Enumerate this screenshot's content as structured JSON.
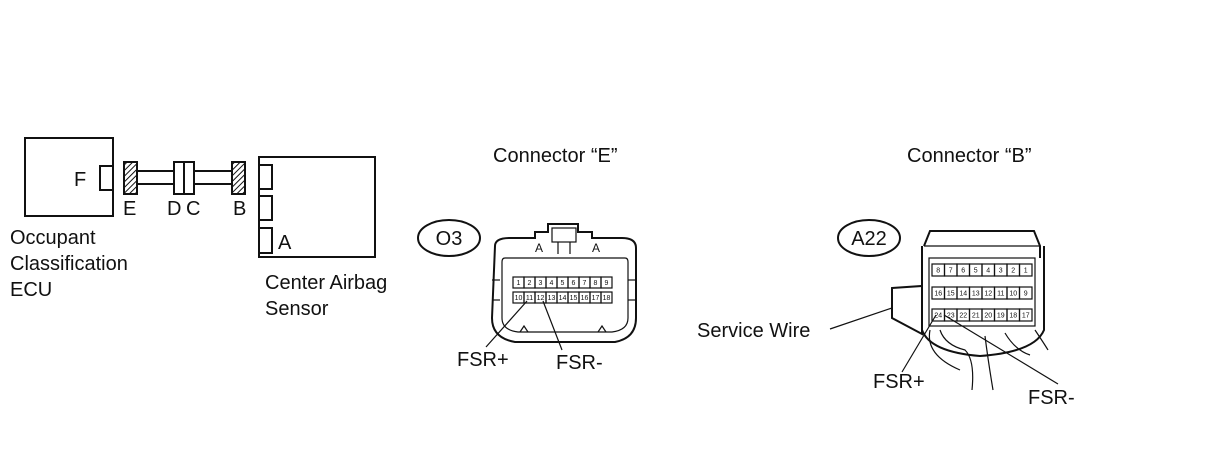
{
  "wiring": {
    "ecu_pin": "F",
    "connector_e": "E",
    "connector_d": "D",
    "connector_c": "C",
    "connector_b": "B",
    "sensor_pin": "A",
    "ecu_label": [
      "Occupant",
      "Classification",
      "ECU"
    ],
    "sensor_label": [
      "Center Airbag",
      "Sensor"
    ]
  },
  "connector_e": {
    "title": "Connector “E”",
    "code": "O3",
    "latch_marks": [
      "A",
      "A"
    ],
    "pins_top": [
      "1",
      "2",
      "3",
      "4",
      "5",
      "6",
      "7",
      "8",
      "9"
    ],
    "pins_bottom": [
      "10",
      "11",
      "12",
      "13",
      "14",
      "15",
      "16",
      "17",
      "18"
    ],
    "fsr_plus": "FSR+",
    "fsr_minus": "FSR-"
  },
  "connector_b": {
    "title": "Connector “B”",
    "code": "A22",
    "row1": [
      "8",
      "7",
      "6",
      "5",
      "4",
      "3",
      "2",
      "1"
    ],
    "row2": [
      "16",
      "15",
      "14",
      "13",
      "12",
      "11",
      "10",
      "9"
    ],
    "row3": [
      "24",
      "23",
      "22",
      "21",
      "20",
      "19",
      "18",
      "17"
    ],
    "service_wire": "Service Wire",
    "fsr_plus": "FSR+",
    "fsr_minus": "FSR-"
  }
}
